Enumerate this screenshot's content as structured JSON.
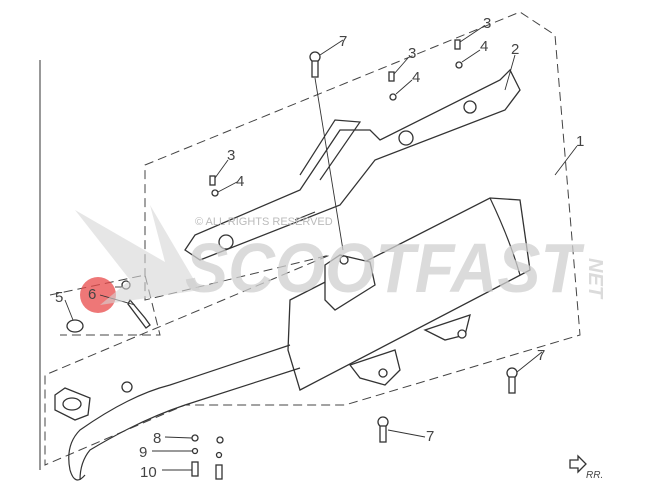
{
  "watermark": {
    "brand": "SCOOTFAST",
    "suffix": "NET",
    "copyright": "© ALL RIGHTS RESERVED"
  },
  "callouts": {
    "c7_top": "7",
    "c3_mid": "3",
    "c4_mid": "4",
    "c3_right": "3",
    "c4_right": "4",
    "c2": "2",
    "c1": "1",
    "c3_left": "3",
    "c4_left": "4",
    "c5": "5",
    "c6": "6",
    "c7_right": "7",
    "c7_bottom": "7",
    "c8": "8",
    "c9": "9",
    "c10": "10"
  },
  "direction_label": "RR.",
  "highlight_color": "#e8494a"
}
